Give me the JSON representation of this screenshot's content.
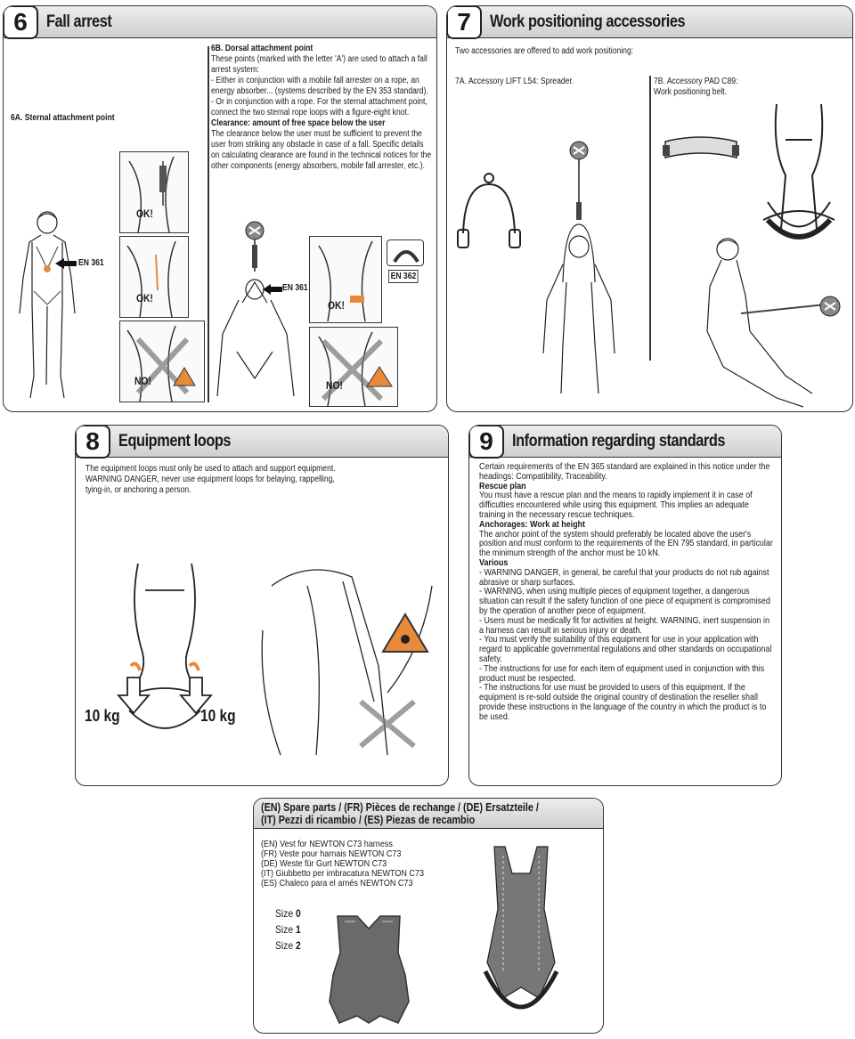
{
  "panel6": {
    "number": "6",
    "title": "Fall arrest",
    "sternal_heading": "6A. Sternal attachment point",
    "dorsal_heading": "6B. Dorsal attachment point",
    "dorsal_text_1": "These points (marked with the letter 'A') are used to attach a fall arrest system:",
    "dorsal_text_2": "- Either in conjunction with a mobile fall arrester on a rope, an energy absorber... (systems described by the EN 353 standard).",
    "dorsal_text_3": "- Or in conjunction with a rope. For the sternal attachment point, connect the two sternal rope loops with a figure-eight knot.",
    "clearance_heading": "Clearance: amount of free space below the user",
    "clearance_text": "The clearance below the user must be sufficient to prevent the user from striking any obstacle in case of a fall. Specific details on calculating clearance are found in the technical notices for the other components (energy absorbers, mobile fall arrester, etc.).",
    "label_en361_a": "EN 361",
    "label_en361_b": "EN 361",
    "label_en362": "EN 362",
    "ok1": "OK!",
    "ok2": "OK!",
    "ok3": "OK!",
    "no1": "NO!",
    "no2": "NO!"
  },
  "panel7": {
    "number": "7",
    "title": "Work positioning accessories",
    "intro": "Two accessories are offered to add work positioning:",
    "lift_label": "7A. Accessory LIFT L54: Spreader.",
    "pad_label_1": "7B. Accessory PAD C89:",
    "pad_label_2": "Work positioning belt."
  },
  "panel8": {
    "number": "8",
    "title": "Equipment loops",
    "text_1": "The equipment loops must only be used to attach and support equipment.",
    "text_2": "WARNING DANGER, never use equipment loops for belaying, rappelling, tying-in, or anchoring a person.",
    "weight_left": "10 kg",
    "weight_right": "10 kg"
  },
  "panel9": {
    "number": "9",
    "title": "Information regarding standards",
    "intro": "Certain requirements of the EN 365 standard are explained in this notice under the headings: Compatibility, Traceability.",
    "rescue_heading": "Rescue plan",
    "rescue_text": "You must have a rescue plan and the means to rapidly implement it in case of difficulties encountered while using this equipment. This implies an adequate training in the necessary rescue techniques.",
    "anchor_heading": "Anchorages: Work at height",
    "anchor_text": "The anchor point of the system should preferably be located above the user's position and must conform to the requirements of the EN 795 standard, in particular the minimum strength of the anchor must be 10 kN.",
    "various_heading": "Various",
    "various_1": "- WARNING DANGER, in general, be careful that your products do not rub against abrasive or sharp surfaces.",
    "various_2": "- WARNING, when using multiple pieces of equipment together, a dangerous situation can result if the safety function of one piece of equipment is compromised by the operation of another piece of equipment.",
    "various_3": "- Users must be medically fit for activities at height. WARNING, inert suspension in a harness can result in serious injury or death.",
    "various_4": "- You must verify the suitability of this equipment for use in your application with regard to applicable governmental regulations and other standards on occupational safety.",
    "various_5": "- The instructions for use for each item of equipment used in conjunction with this product must be respected.",
    "various_6": "- The instructions for use must be provided to users of this equipment. If the equipment is re-sold outside the original country of destination the reseller shall provide these instructions in the language of the country in which the product is to be used."
  },
  "spare": {
    "title_1": "(EN) Spare parts / (FR) Pièces de rechange / (DE) Ersatzteile /",
    "title_2": "(IT) Pezzi di ricambio / (ES) Piezas de recambio",
    "lines": [
      "(EN) Vest for NEWTON C73 harness",
      "(FR) Veste pour harnais NEWTON C73",
      "(DE) Weste für Gurt NEWTON C73",
      "(IT) Giubbetto per imbracatura NEWTON C73",
      "(ES) Chaleco para el arnés NEWTON C73"
    ],
    "size_word": "Size",
    "sizes": [
      "0",
      "1",
      "2"
    ]
  }
}
